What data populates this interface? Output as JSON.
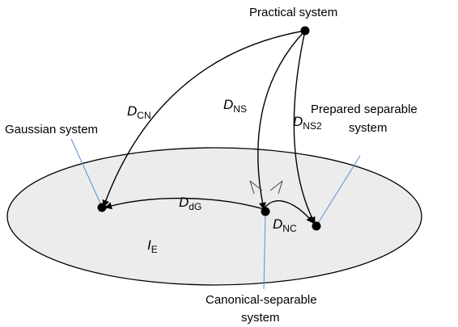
{
  "labels": {
    "practical": "Practical system",
    "gaussian": "Gaussian system",
    "prepared_line1": "Prepared separable",
    "prepared_line2": "system",
    "canonical_line1": "Canonical-separable",
    "canonical_line2": "system"
  },
  "distances": {
    "cn": {
      "symbol": "D",
      "sub": "CN"
    },
    "ns": {
      "symbol": "D",
      "sub": "NS"
    },
    "ns2": {
      "symbol": "D",
      "sub": "NS2"
    },
    "dg": {
      "symbol": "D",
      "sub": "dG"
    },
    "nc": {
      "symbol": "D",
      "sub": "NC"
    }
  },
  "set_label": {
    "symbol": "I",
    "sub": "E"
  },
  "colors": {
    "ink": "#000000",
    "ellipse_fill": "#ececec",
    "leader": "#5b8fd6"
  }
}
